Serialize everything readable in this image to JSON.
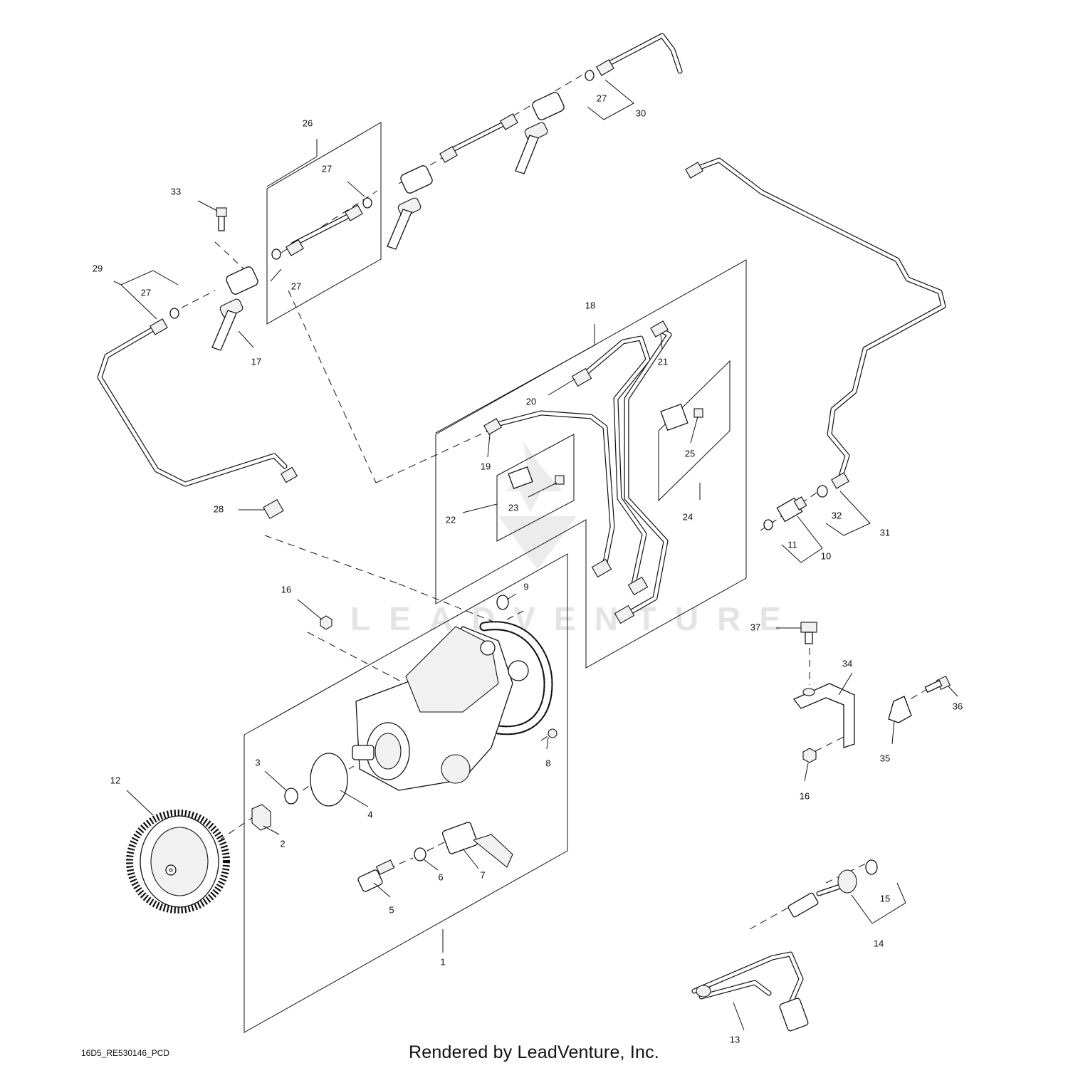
{
  "watermark": "LEADVENTURE",
  "labels": {
    "l1": "1",
    "l2": "2",
    "l3": "3",
    "l4": "4",
    "l5": "5",
    "l6": "6",
    "l7": "7",
    "l8": "8",
    "l9": "9",
    "l10": "10",
    "l11": "11",
    "l12": "12",
    "l13": "13",
    "l14": "14",
    "l15": "15",
    "l16a": "16",
    "l16b": "16",
    "l17": "17",
    "l18": "18",
    "l19": "19",
    "l20": "20",
    "l21": "21",
    "l22": "22",
    "l23": "23",
    "l24": "24",
    "l25": "25",
    "l26": "26",
    "l27a": "27",
    "l27b": "27",
    "l27c": "27",
    "l27d": "27",
    "l28": "28",
    "l29": "29",
    "l30": "30",
    "l31": "31",
    "l32": "32",
    "l33": "33",
    "l34": "34",
    "l35": "35",
    "l36": "36",
    "l37": "37"
  },
  "footer": {
    "code": "16D5_RE530146_PCD",
    "credit": "Rendered by LeadVenture, Inc."
  }
}
